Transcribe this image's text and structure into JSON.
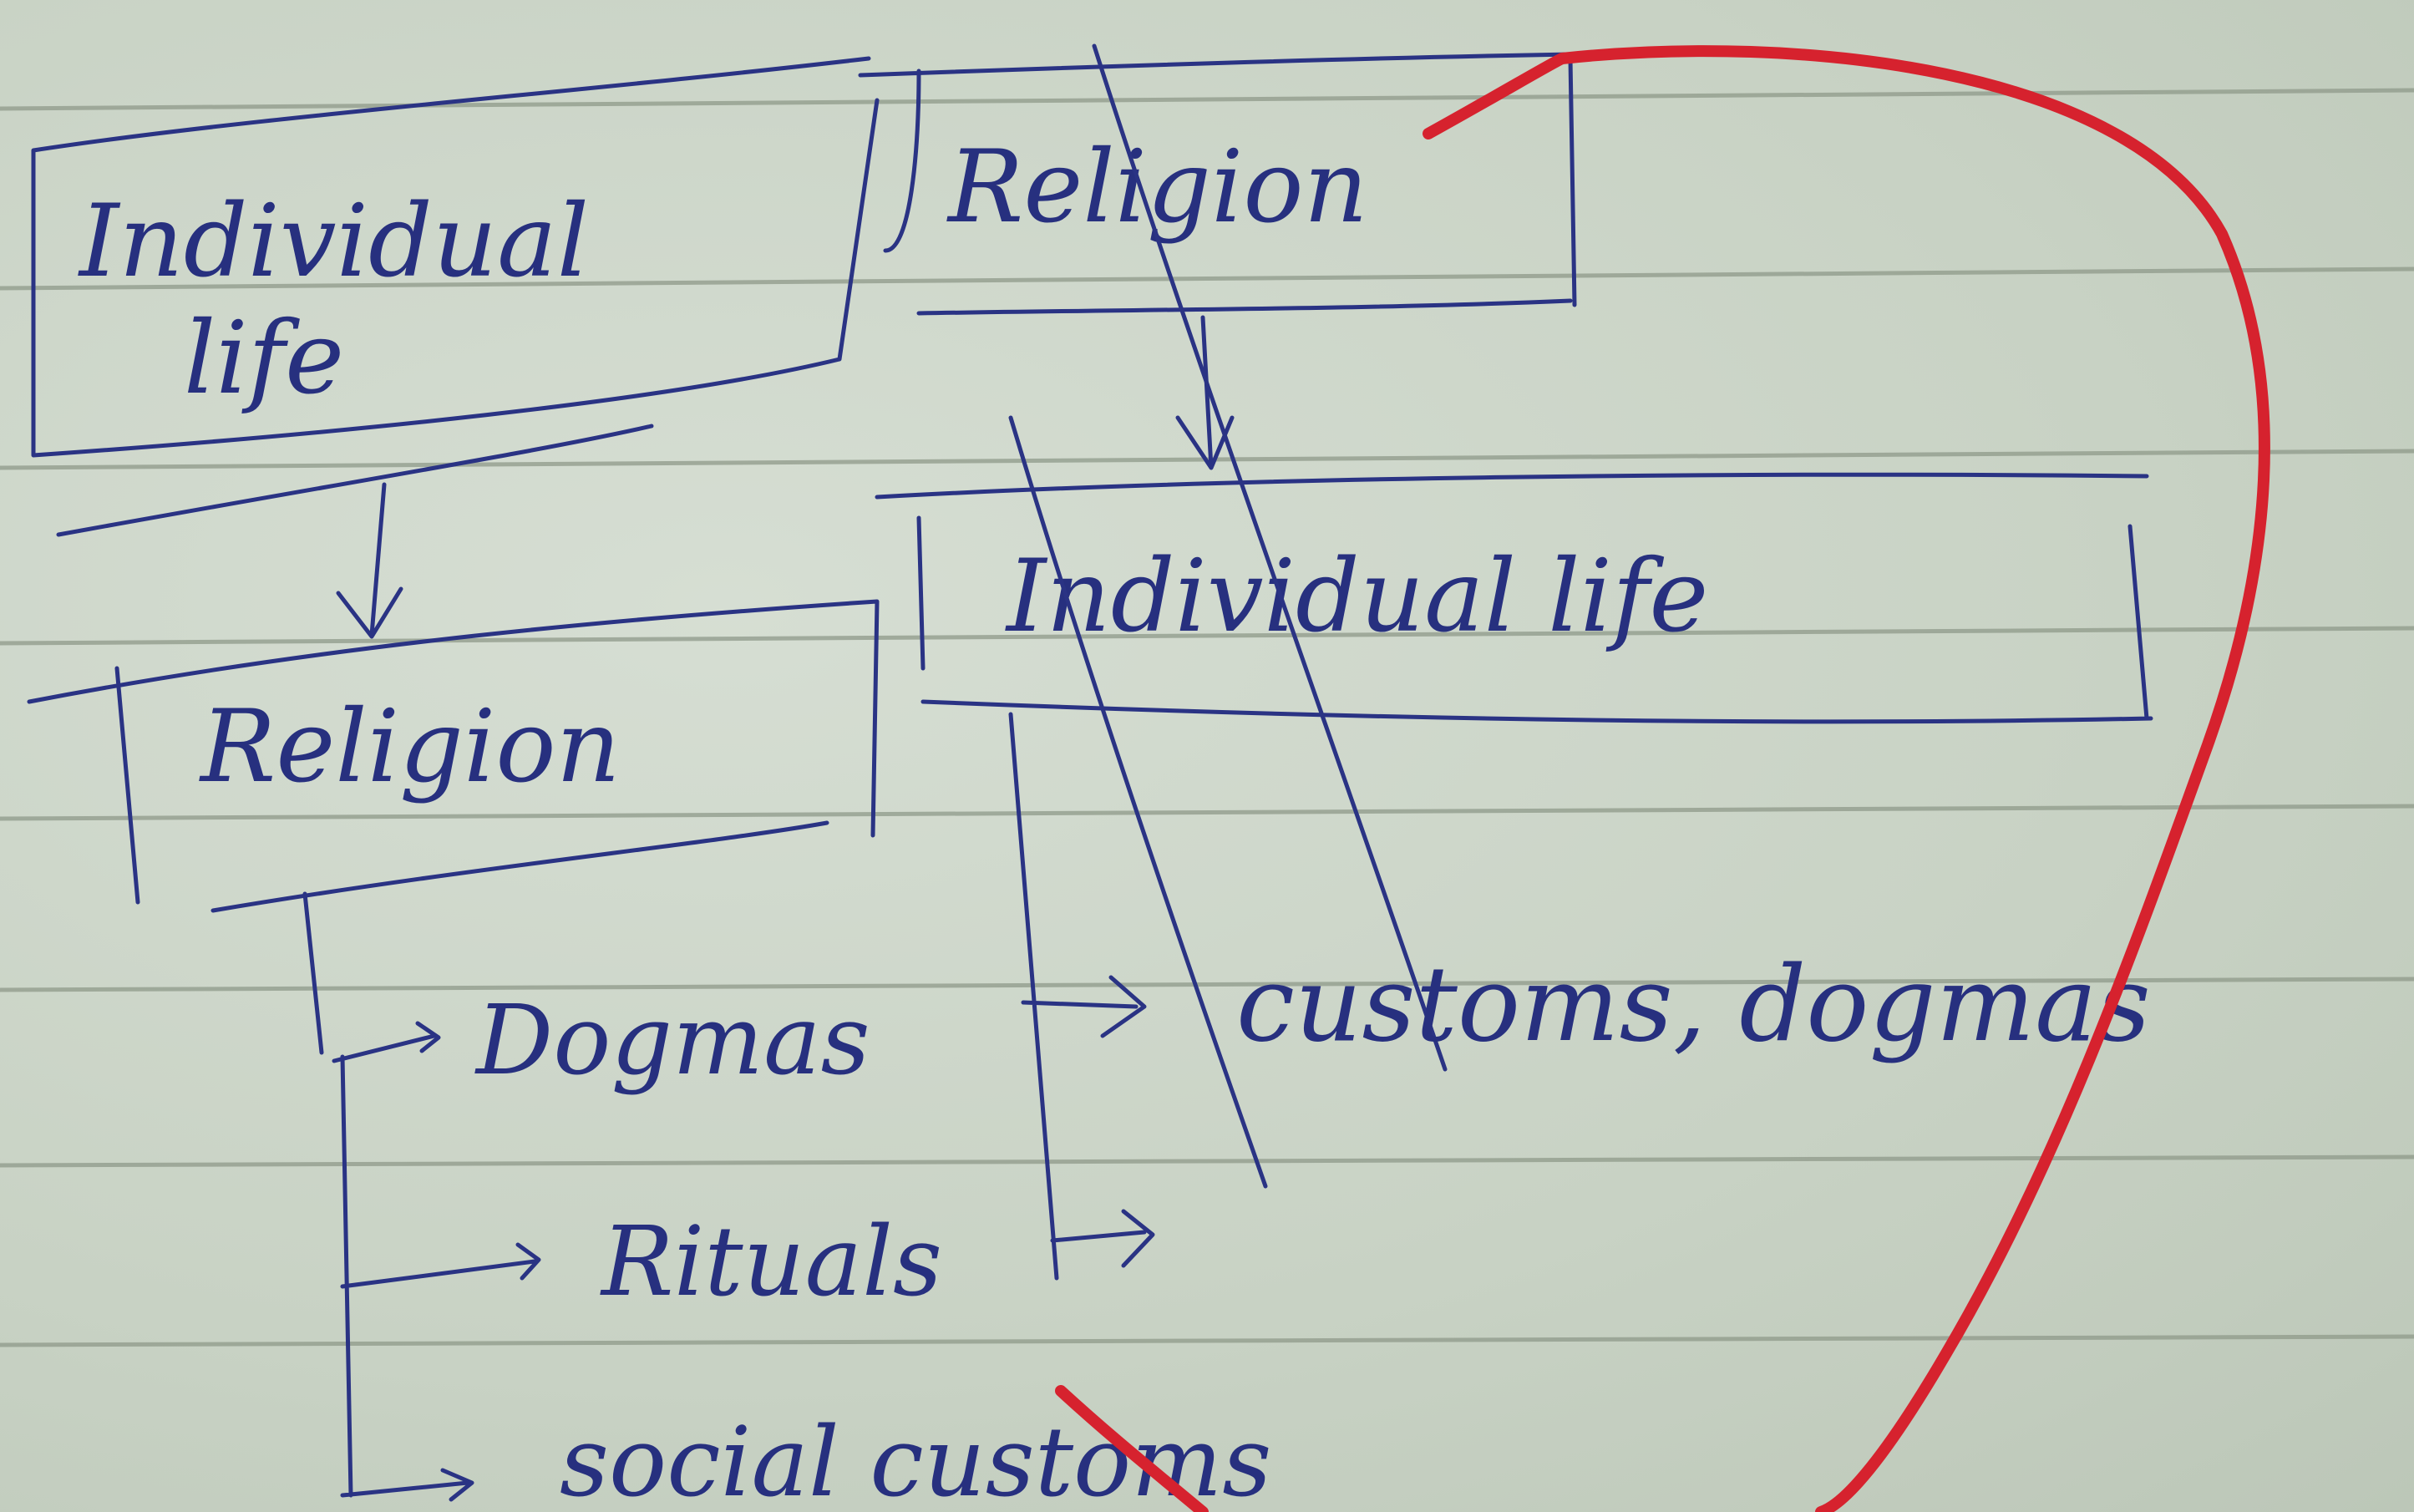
{
  "diagram": {
    "left_top_box": "Individual\nlife",
    "left_bottom_box": "Religion",
    "left_branches": [
      "Dogmas",
      "Rituals",
      "social customs"
    ],
    "right_top_box": "Religion",
    "right_bottom_box": "Individual life",
    "right_branch_text": "customs, dogmas"
  },
  "colors": {
    "ink": "#27307f",
    "highlight": "#d6222e",
    "paper": "#ccd6c8",
    "rules": "#8f9a8a"
  }
}
